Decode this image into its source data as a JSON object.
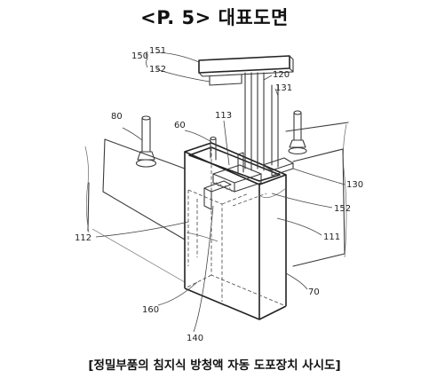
{
  "header": {
    "title": "<P. 5> 대표도면"
  },
  "caption": {
    "text": "[정밀부품의 침지식 방청액 자동 도포장치 사시도]"
  },
  "labels": {
    "r150": "150",
    "r151": "151",
    "r152a": "152",
    "r120": "120",
    "r131": "131",
    "r80": "80",
    "r60": "60",
    "r113": "113",
    "r130": "130",
    "r152b": "152",
    "r111": "111",
    "r112": "112",
    "r70": "70",
    "r160": "160",
    "r140": "140"
  }
}
